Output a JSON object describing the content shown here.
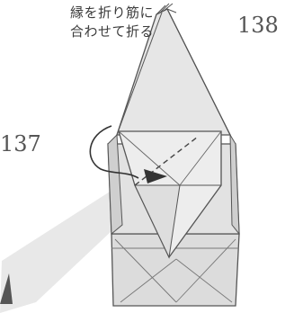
{
  "instruction": {
    "line1": "縁を折り筋に",
    "line2": "合わせて折る"
  },
  "steps": {
    "current": "138",
    "previous": "137"
  }
}
